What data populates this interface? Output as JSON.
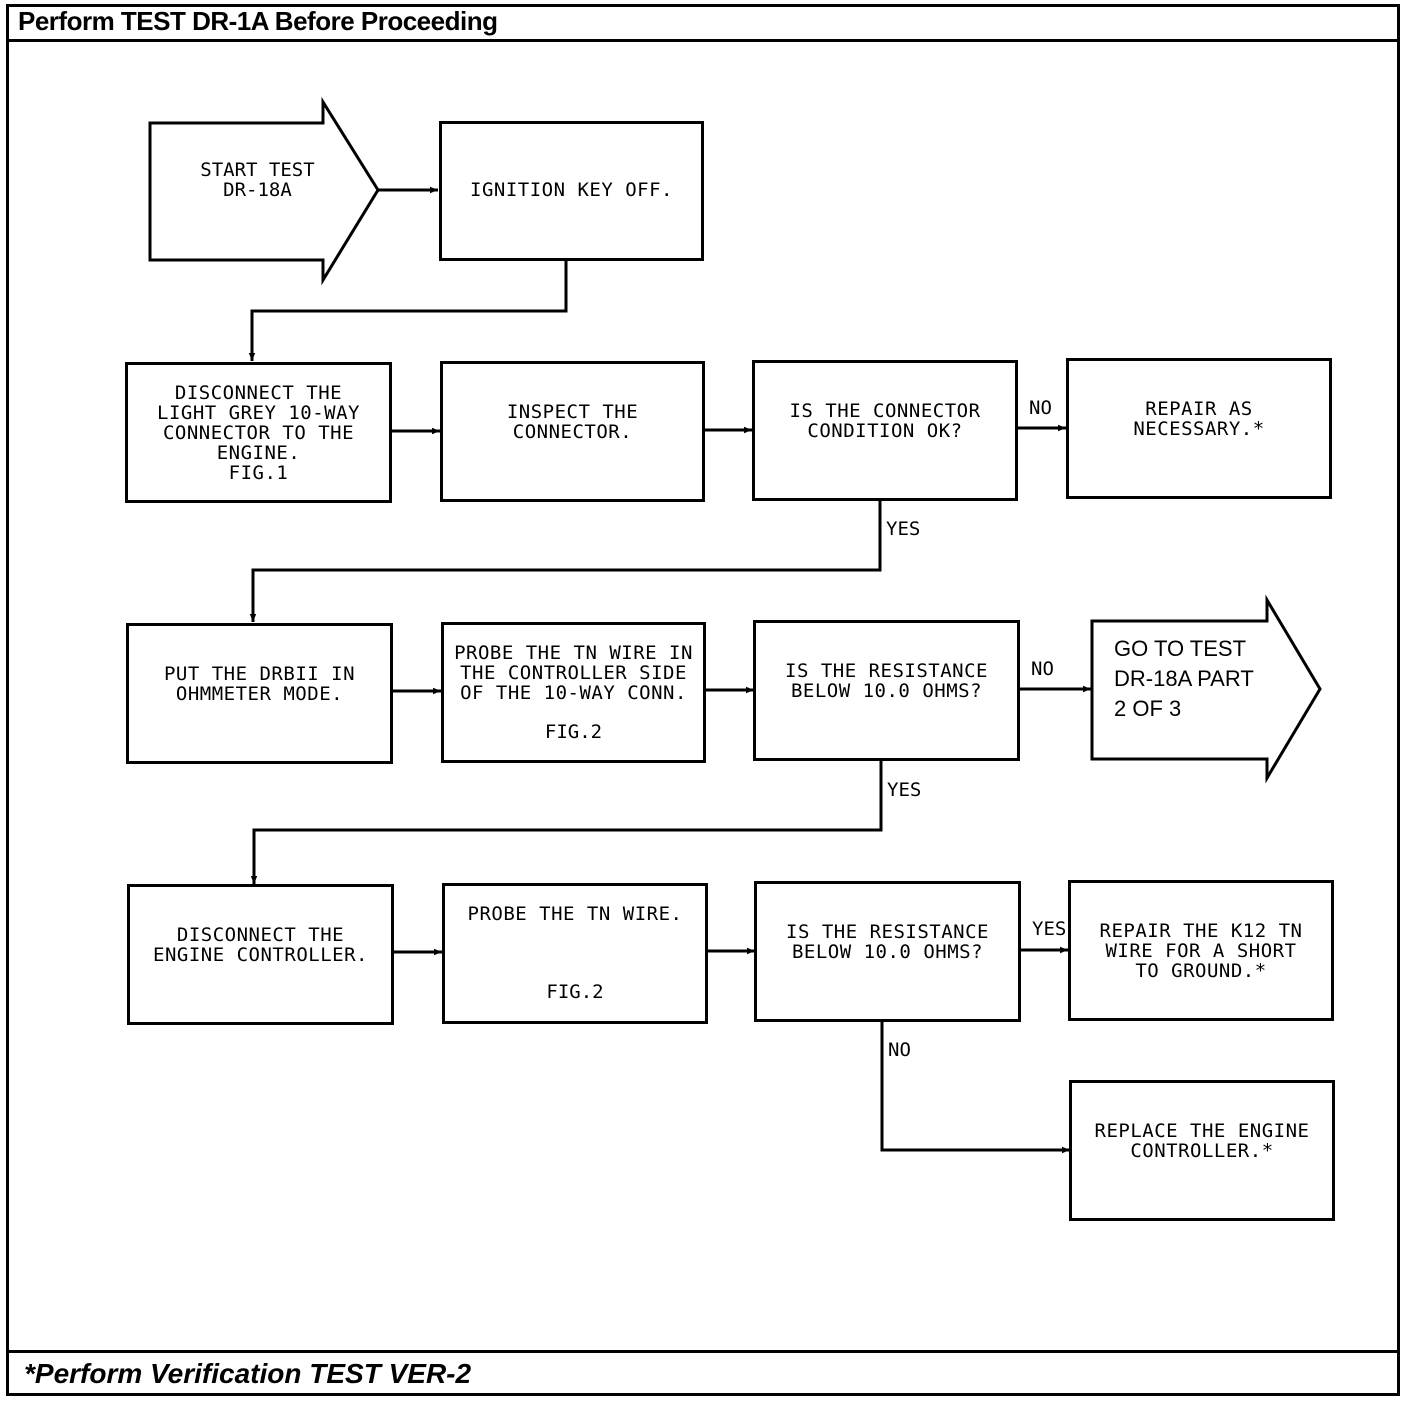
{
  "header": {
    "title": "Perform TEST DR-1A Before Proceeding"
  },
  "footer": {
    "note": "*Perform Verification TEST VER-2"
  },
  "nodes": {
    "start": "START TEST\nDR-18A",
    "ignition": "IGNITION KEY OFF.",
    "disconnect_connector": "DISCONNECT THE\nLIGHT GREY 10-WAY\nCONNECTOR TO THE\nENGINE.\nFIG.1",
    "inspect": "INSPECT THE\nCONNECTOR.",
    "connector_ok": "IS THE CONNECTOR\nCONDITION OK?",
    "repair_necessary": "REPAIR AS\nNECESSARY.*",
    "put_drbii": "PUT THE DRBII IN\nOHMMETER MODE.",
    "probe_controller_side": "PROBE THE TN WIRE IN\nTHE CONTROLLER SIDE\nOF THE 10-WAY CONN.",
    "probe_controller_side_fig": "FIG.2",
    "resistance_1": "IS THE RESISTANCE\nBELOW 10.0 OHMS?",
    "goto_test": "GO TO TEST\nDR-18A PART\n2 OF 3",
    "disconnect_controller": "DISCONNECT THE\nENGINE CONTROLLER.",
    "probe_tn": "PROBE THE TN WIRE.",
    "probe_tn_fig": "FIG.2",
    "resistance_2": "IS THE RESISTANCE\nBELOW 10.0 OHMS?",
    "repair_k12": "REPAIR THE K12 TN\nWIRE FOR A SHORT\nTO GROUND.*",
    "replace_controller": "REPLACE THE ENGINE\nCONTROLLER.*"
  },
  "edges": {
    "no_1": "NO",
    "yes_1": "YES",
    "no_2": "NO",
    "yes_2": "YES",
    "yes_3": "YES",
    "no_3": "NO"
  }
}
